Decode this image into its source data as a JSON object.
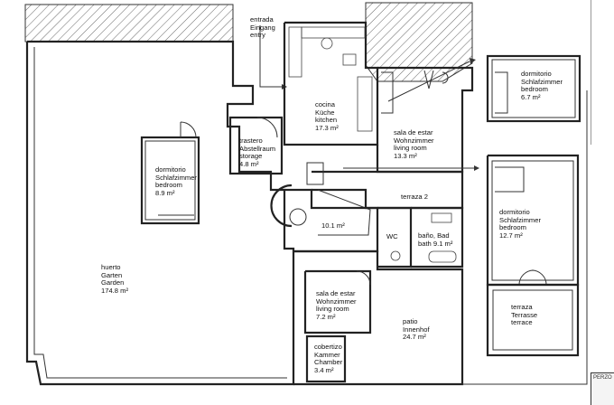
{
  "rooms": {
    "entrance": [
      "entrada",
      "Eingang",
      "entry"
    ],
    "kitchen": [
      "cocina",
      "Küche",
      "kitchen",
      "17.3 m²"
    ],
    "living_main": [
      "sala de estar",
      "Wohnzimmer",
      "living room",
      "13.3 m²"
    ],
    "storage": [
      "trastero",
      "Abstellraum",
      "storage",
      "4.8 m²"
    ],
    "bedroom_left": [
      "dormitorio",
      "Schlafzimmer",
      "bedroom",
      "8.9 m²"
    ],
    "bedroom_top_right": [
      "dormitorio",
      "Schlafzimmer",
      "bedroom",
      "6.7 m²"
    ],
    "bedroom_right": [
      "dormitorio",
      "Schlafzimmer",
      "bedroom",
      "12.7 m²"
    ],
    "terrace2": [
      "terraza 2"
    ],
    "hall": [
      "10.1 m²"
    ],
    "wc": [
      "WC"
    ],
    "bath": [
      "baño, Bad",
      "bath 9.1 m²"
    ],
    "garden": [
      "huerto",
      "Garten",
      "Garden",
      "174.8 m²"
    ],
    "living_small": [
      "sala de estar",
      "Wohnzimmer",
      "living room",
      "7.2 m²"
    ],
    "patio": [
      "patio",
      "Innenhof",
      "24.7 m²"
    ],
    "chamber": [
      "cobertizo",
      "Kammer",
      "Chamber",
      "3.4 m²"
    ],
    "terrace_right": [
      "terraza",
      "Terrasse",
      "terrace"
    ]
  },
  "corner_tag": "PERZO"
}
